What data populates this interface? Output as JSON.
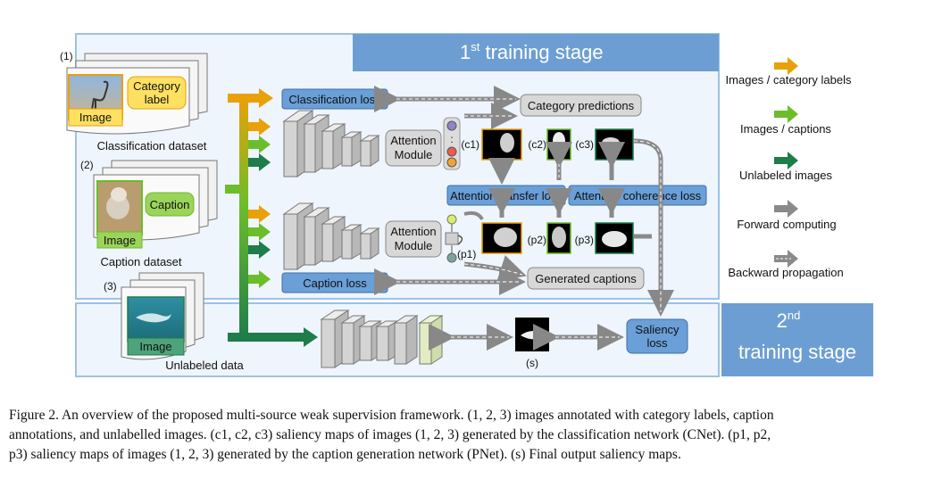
{
  "stages": {
    "stage1_main": "1",
    "stage1_sup": "st",
    "stage1_rest": " training stage",
    "stage2_main": "2",
    "stage2_sup": "nd",
    "stage2_rest": "training stage"
  },
  "datasets": {
    "d1": {
      "marker": "(1)",
      "image": "Image",
      "annotation_line1": "Category",
      "annotation_line2": "label",
      "name": "Classification dataset"
    },
    "d2": {
      "marker": "(2)",
      "image": "Image",
      "annotation": "Caption",
      "name": "Caption dataset"
    },
    "d3": {
      "marker": "(3)",
      "image": "Image",
      "name": "Unlabeled data"
    }
  },
  "boxes": {
    "classification_loss": "Classification loss",
    "category_predictions": "Category predictions",
    "attention_module_line1": "Attention",
    "attention_module_line2": "Module",
    "attention_transfer_loss": "Attention transfer loss",
    "attention_coherence_loss": "Attention coherence loss",
    "generated_captions": "Generated captions",
    "caption_loss": "Caption loss",
    "saliency_loss_line1": "Saliency",
    "saliency_loss_line2": "loss"
  },
  "maps": {
    "c1": "(c1)",
    "c2": "(c2)",
    "c3": "(c3)",
    "p1": "(p1)",
    "p2": "(p2)",
    "p3": "(p3)",
    "s": "(s)"
  },
  "legend": {
    "images_category": "Images / category labels",
    "images_captions": "Images / captions",
    "unlabeled": "Unlabeled images",
    "forward": "Forward computing",
    "backward": "Backward propagation"
  },
  "colors": {
    "orange": "#e8a10a",
    "green": "#6cbd2a",
    "dark_green": "#1e7d4a",
    "stage_blue": "#6d9ed3",
    "loss_blue": "#6a9fd8",
    "gray": "#8a8a8a",
    "panel_border": "#9cc2e6",
    "panel_bg": "#eef5fc"
  },
  "caption": {
    "line1": "Figure 2. An overview of the proposed multi-source weak supervision framework. (1, 2, 3) images annotated with category labels, caption",
    "line2": "annotations, and unlabelled images. (c1, c2, c3) saliency maps of images (1, 2, 3) generated by the classification network (CNet). (p1, p2,",
    "line3": "p3) saliency maps of images (1, 2, 3) generated by the caption generation network (PNet). (s) Final output saliency maps."
  }
}
